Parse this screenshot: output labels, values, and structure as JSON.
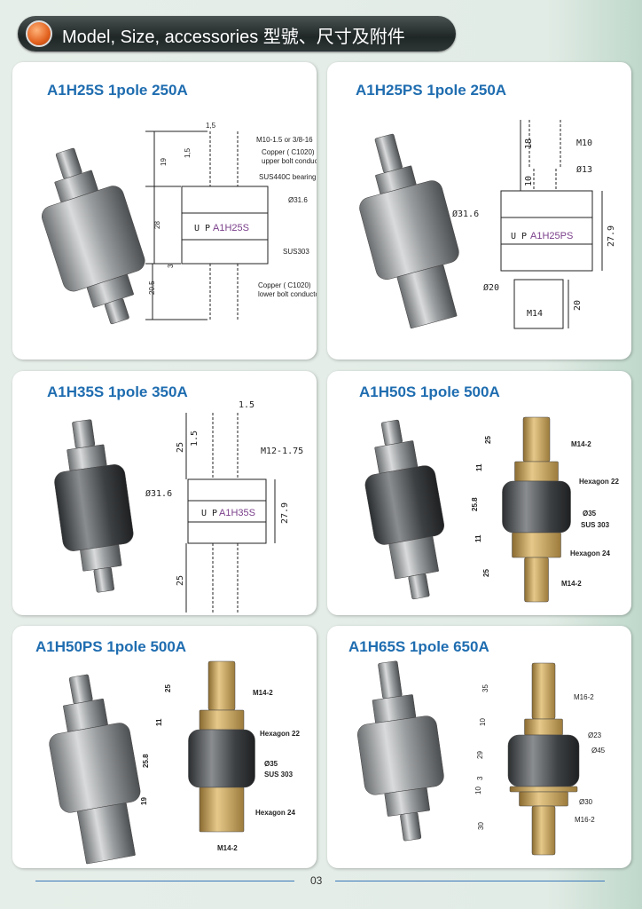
{
  "header": {
    "title": "Model, Size, accessories  型號、尺寸及附件"
  },
  "cards": [
    {
      "title": "A1H25S 1pole 250A",
      "model": "A1H25S",
      "up": "U P",
      "labels": [
        "1,5",
        "1,5",
        "19",
        "28",
        "3",
        "20.5",
        "M10-1.5 or 3/8-16",
        "Copper ( C1020)",
        "upper bolt conductor",
        "SUS440C bearing",
        "Ø31.6",
        "SUS303",
        "Copper ( C1020)",
        "lower bolt conductor"
      ]
    },
    {
      "title": "A1H25PS 1pole 250A",
      "model": "A1H25PS",
      "up": "U P",
      "labels": [
        "18",
        "10",
        "M10",
        "Ø13",
        "Ø31.6",
        "27.9",
        "Ø20",
        "M14",
        "20"
      ]
    },
    {
      "title": "A1H35S 1pole 350A",
      "model": "A1H35S",
      "up": "U P",
      "labels": [
        "1.5",
        "1.5",
        "25",
        "M12-1.75",
        "Ø31.6",
        "27.9",
        "25"
      ]
    },
    {
      "title": "A1H50S 1pole 500A",
      "labels": [
        "25",
        "M14-2",
        "11",
        "Hexagon 22",
        "25.8",
        "Ø35",
        "SUS 303",
        "11",
        "Hexagon 24",
        "25",
        "M14-2"
      ]
    },
    {
      "title": "A1H50PS 1pole 500A",
      "labels": [
        "25",
        "M14-2",
        "11",
        "Hexagon 22",
        "25.8",
        "Ø35",
        "SUS 303",
        "19",
        "Hexagon 24",
        "M14-2"
      ]
    },
    {
      "title": "A1H65S 1pole 650A",
      "labels": [
        "35",
        "M16-2",
        "10",
        "Ø23",
        "29",
        "Ø45",
        "3",
        "10",
        "Ø30",
        "30",
        "M16-2"
      ]
    }
  ],
  "footer": {
    "page": "03"
  }
}
